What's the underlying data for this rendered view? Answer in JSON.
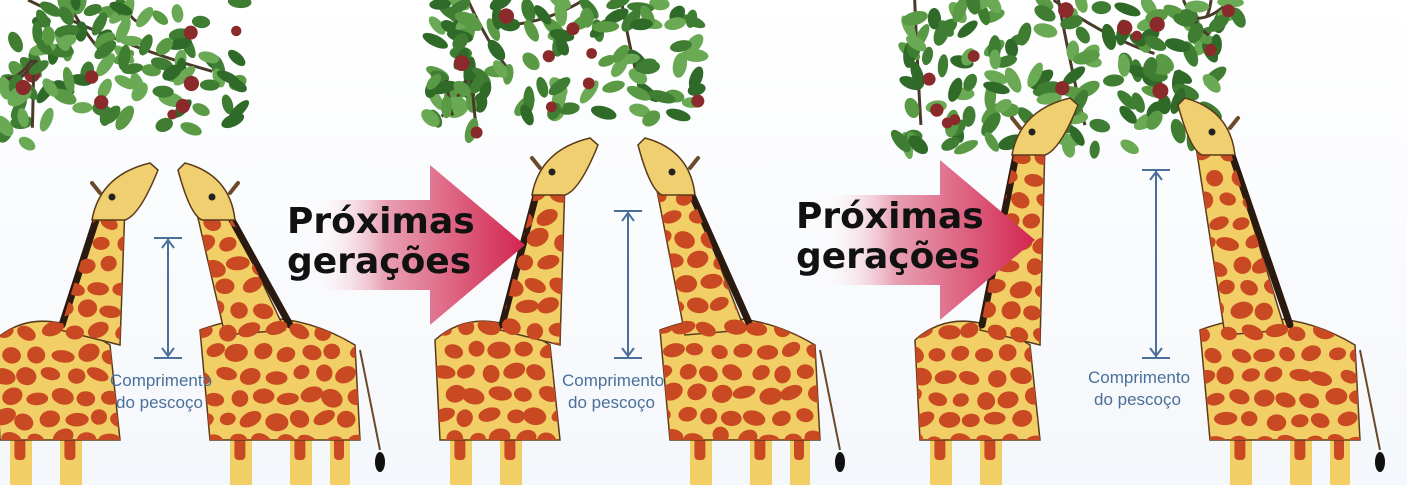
{
  "arrow_label": {
    "line1": "Próximas",
    "line2": "gerações"
  },
  "neck_label": {
    "line1": "Comprimento",
    "line2": "do pescoço"
  },
  "panels": [
    {
      "neck_length_level": 1
    },
    {
      "neck_length_level": 2
    },
    {
      "neck_length_level": 3
    }
  ],
  "colors": {
    "arrow": "#d2254e",
    "giraffe_base": "#f2cf66",
    "giraffe_spot": "#c94a22",
    "foliage": "#4c8a3a",
    "flower": "#8a2a2a",
    "measure_line": "#4a6f99"
  }
}
